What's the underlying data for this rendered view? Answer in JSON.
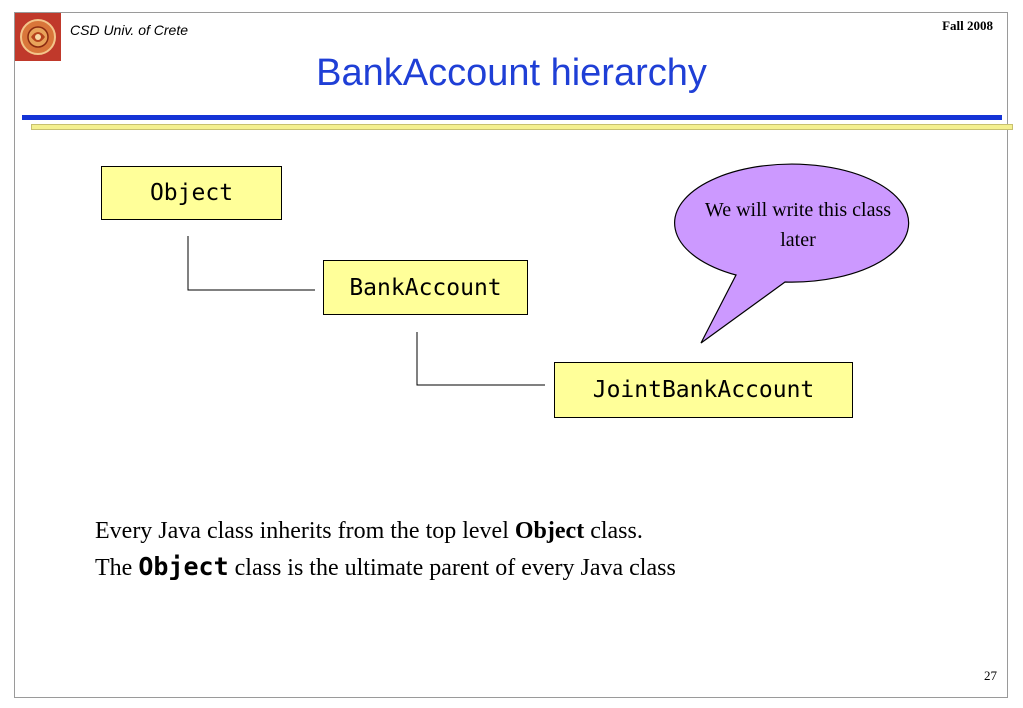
{
  "header": {
    "institution": "CSD Univ. of Crete",
    "semester": "Fall 2008"
  },
  "slide": {
    "title": "BankAccount hierarchy",
    "page_number": "27"
  },
  "diagram": {
    "classes": [
      {
        "id": "object",
        "label": "Object"
      },
      {
        "id": "bank_account",
        "label": "BankAccount"
      },
      {
        "id": "joint_bank_account",
        "label": "JointBankAccount"
      }
    ],
    "callout": {
      "text": "We will write this class later",
      "fill_color": "#cc99ff"
    },
    "box_color": "#ffff99"
  },
  "body": {
    "line1_before": "Every Java class inherits from the top level ",
    "line1_bold": "Object",
    "line1_after": " class.",
    "line2_before": "The ",
    "line2_bold": "Object",
    "line2_after": " class is the ultimate parent of every Java class"
  },
  "colors": {
    "title": "#1f3fd6",
    "rule_blue": "#1433d6",
    "rule_yellow": "#f4f090"
  }
}
